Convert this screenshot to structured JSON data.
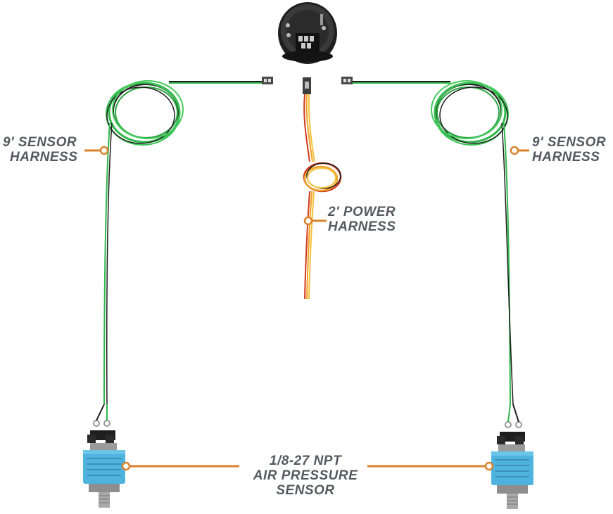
{
  "labels": {
    "left_harness": {
      "line1": "9' SENSOR",
      "line2": "HARNESS"
    },
    "right_harness": {
      "line1": "9' SENSOR",
      "line2": "HARNESS"
    },
    "power_harness": {
      "line1": "2' POWER",
      "line2": "HARNESS"
    },
    "sensor": {
      "line1": "1/8-27 NPT",
      "line2": "AIR PRESSURE",
      "line3": "SENSOR"
    }
  },
  "colors": {
    "callout_line": "#d9822b",
    "label_text": "#555a60",
    "wire_green": "#2fb84a",
    "wire_black": "#1c1c1c",
    "wire_red": "#d23a1e",
    "wire_orange": "#f0a22a",
    "sensor_body": "#4fb3de",
    "gauge_body": "#2a2a2a"
  }
}
